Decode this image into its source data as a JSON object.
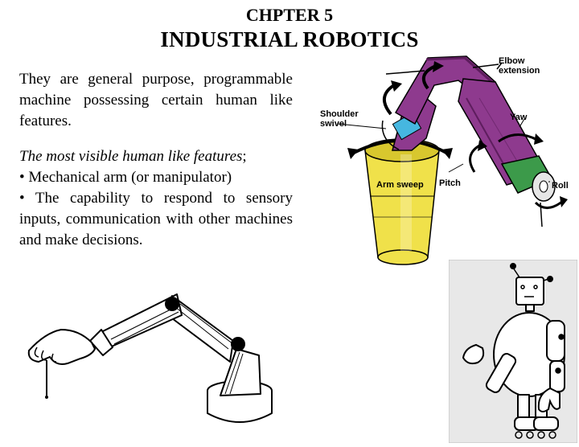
{
  "header": {
    "chapter": "CHPTER 5",
    "title": "INDUSTRIAL ROBOTICS"
  },
  "intro": "They are general purpose, programmable machine possessing certain human like features.",
  "features": {
    "heading": "The most visible human like features",
    "heading_suffix": ";",
    "bullet_char": "•",
    "items": [
      "Mechanical arm (or manipulator)",
      "The capability to respond to sensory inputs, communication with other machines and make decisions."
    ]
  },
  "diagram_labels": {
    "elbow_line1": "Elbow",
    "elbow_line2": "extension",
    "shoulder_line1": "Shoulder",
    "shoulder_line2": "swivel",
    "yaw": "Yaw",
    "pitch": "Pitch",
    "roll": "Roll",
    "arm_sweep": "Arm sweep"
  },
  "colors": {
    "arm": "#8e3a8e",
    "arm_dark": "#5e1d5e",
    "base": "#f0e14a",
    "base_dark": "#c9b51e",
    "wrist": "#3c9a4a"
  }
}
